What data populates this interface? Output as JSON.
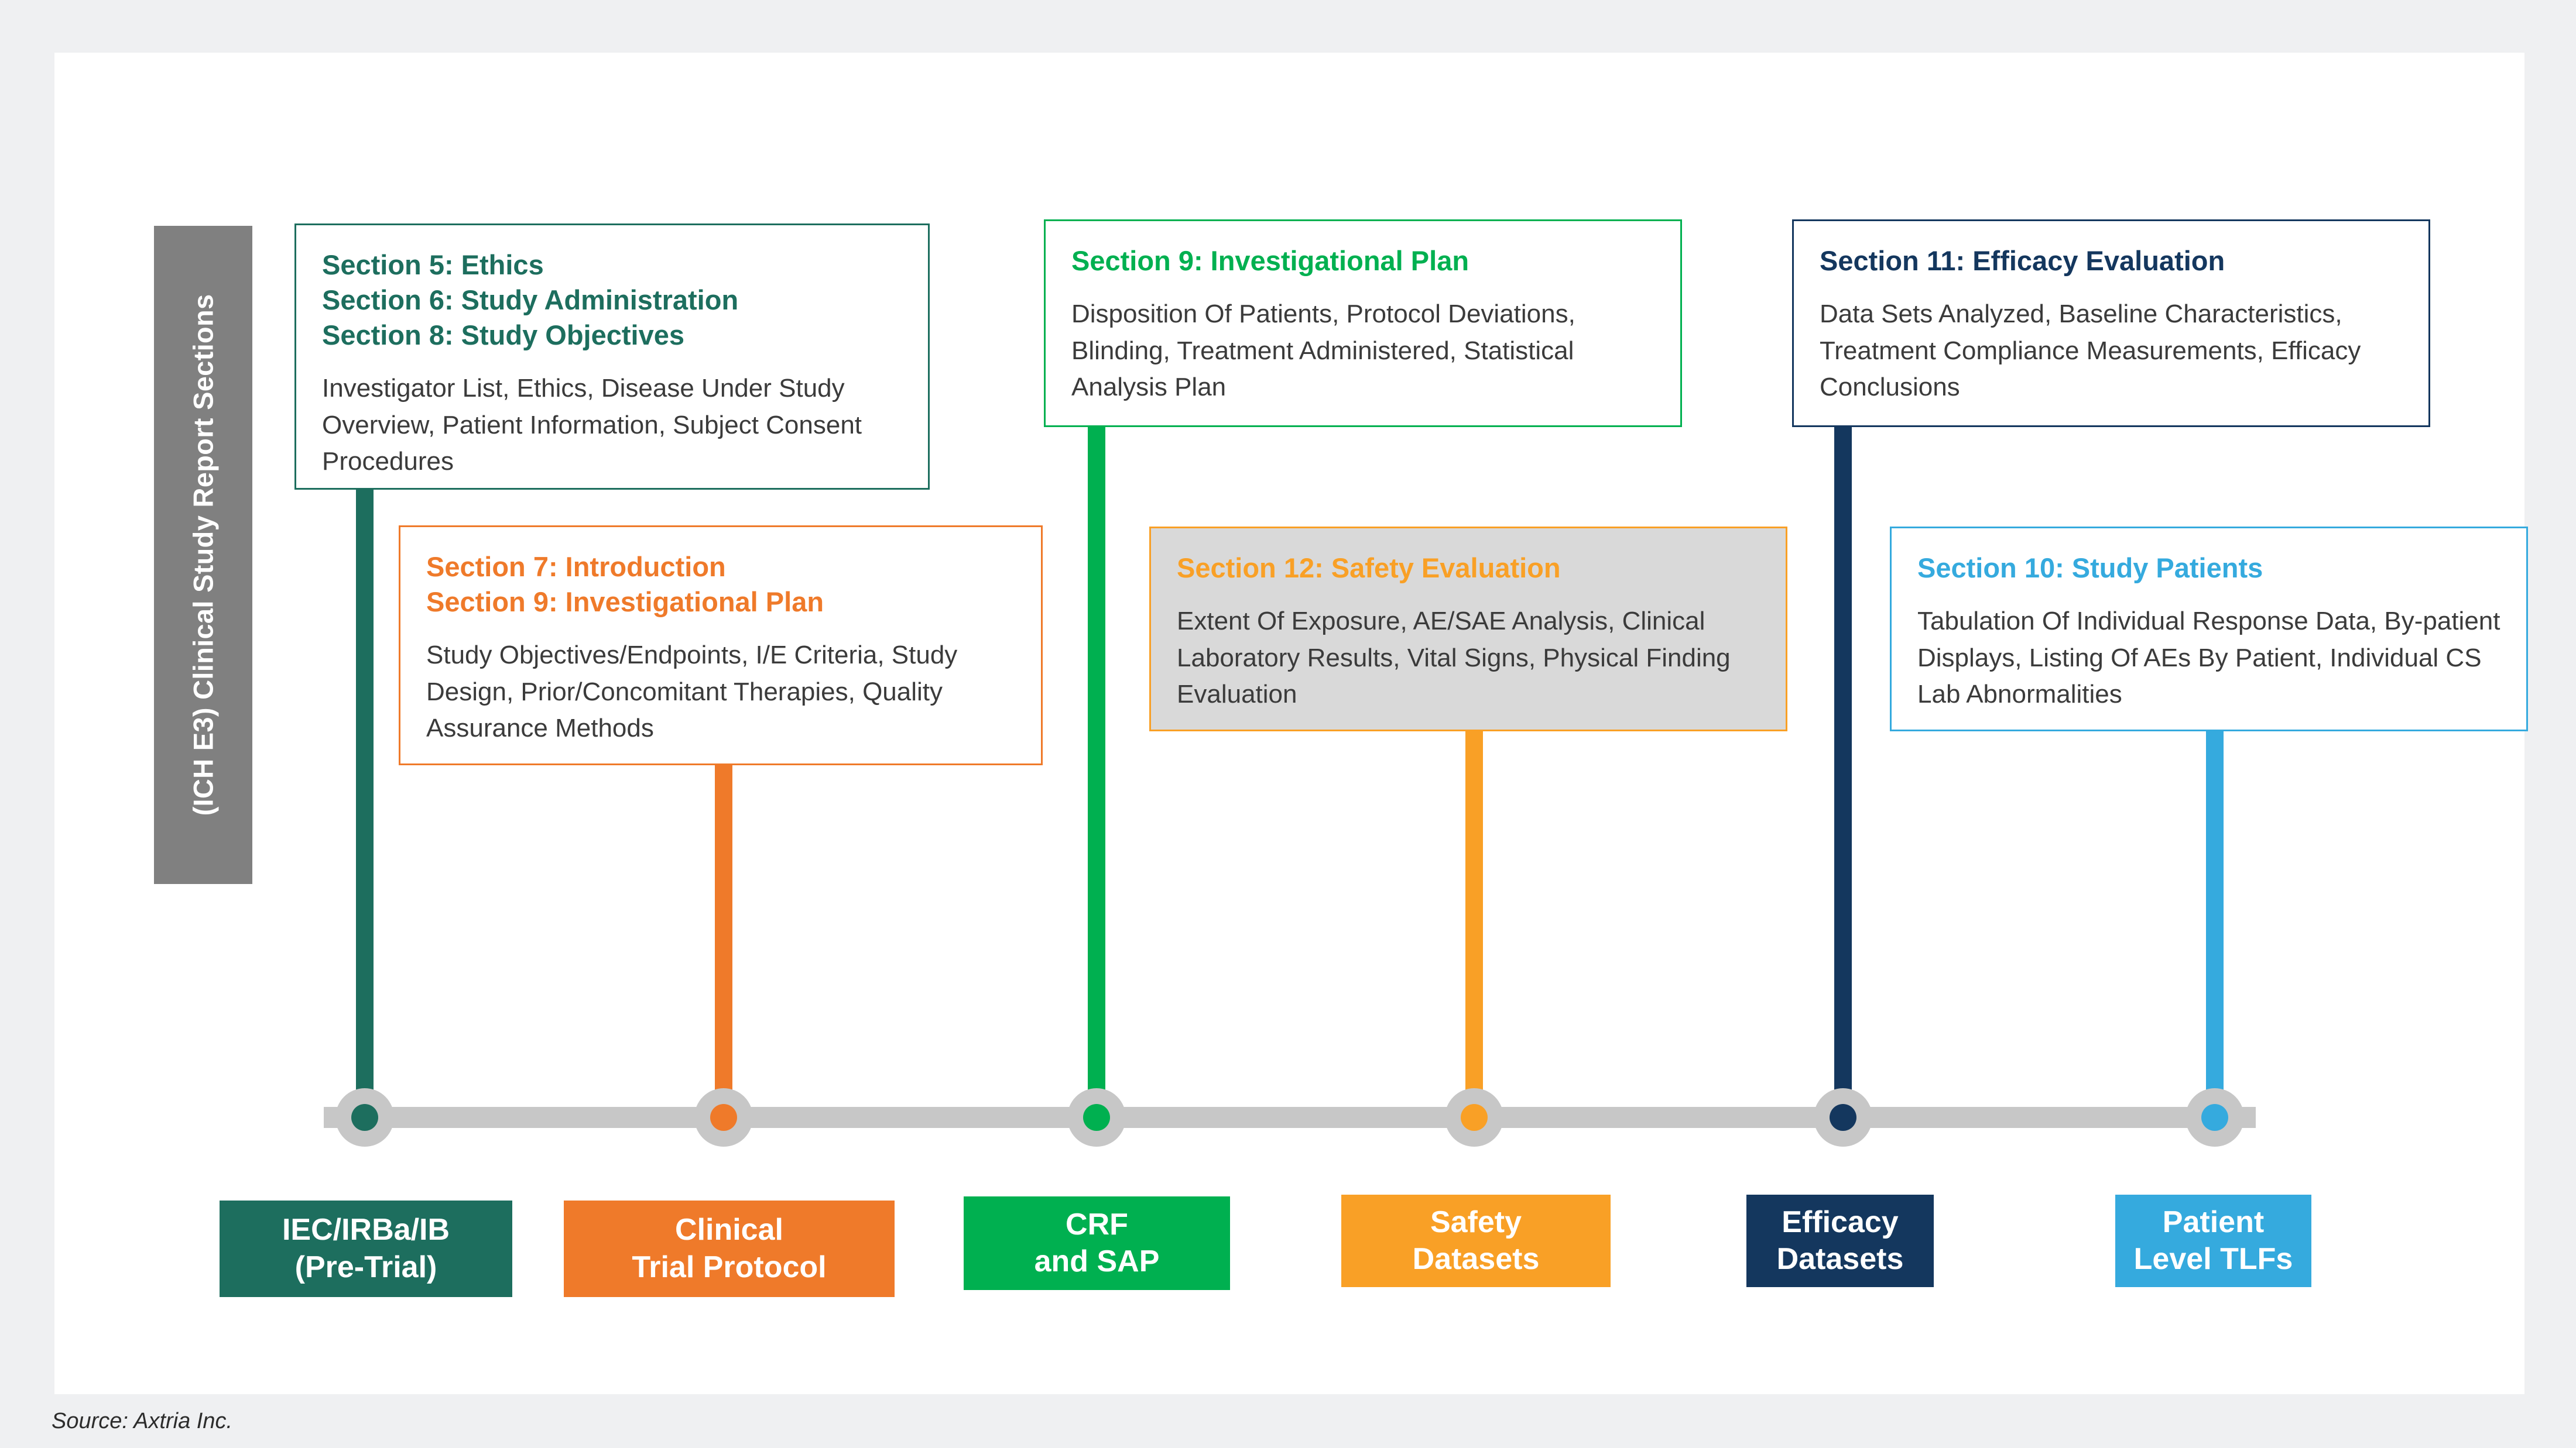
{
  "sidebar": {
    "label": "(ICH E3) Clinical Study Report Sections",
    "bg": "#808080",
    "text_color": "#ffffff"
  },
  "colors": {
    "teal": "#1d6e5e",
    "orange": "#ef7a2a",
    "green": "#00b050",
    "amber": "#f9a026",
    "navy": "#14375e",
    "sky": "#35aade",
    "rail": "#c7c7c7",
    "grey_fill": "#d9d9d9",
    "body_text": "#3b3b3b"
  },
  "info_boxes": [
    {
      "id": "ethics-admin-objectives",
      "title": "Section 5: Ethics\nSection 6: Study Administration\nSection 8: Study Objectives",
      "body": "Investigator List, Ethics, Disease Under Study Overview, Patient Information, Subject Consent Procedures",
      "accent": "#1d6e5e",
      "fill": "#ffffff"
    },
    {
      "id": "introduction-investigational-plan",
      "title": "Section 7: Introduction\nSection 9: Investigational Plan",
      "body": "Study Objectives/Endpoints, I/E Criteria, Study Design, Prior/Concomitant Therapies, Quality Assurance Methods",
      "accent": "#ef7a2a",
      "fill": "#ffffff"
    },
    {
      "id": "investigational-plan",
      "title": "Section 9: Investigational Plan",
      "body": "Disposition Of Patients, Protocol Deviations, Blinding, Treatment Administered, Statistical Analysis Plan",
      "accent": "#00b050",
      "fill": "#ffffff"
    },
    {
      "id": "safety-evaluation",
      "title": "Section 12: Safety Evaluation",
      "body": "Extent Of Exposure, AE/SAE Analysis, Clinical Laboratory Results, Vital Signs, Physical Finding Evaluation",
      "accent": "#f9a026",
      "fill": "#d9d9d9"
    },
    {
      "id": "efficacy-evaluation",
      "title": "Section 11: Efficacy Evaluation",
      "body": "Data Sets Analyzed, Baseline Characteristics, Treatment Compliance Measurements, Efficacy Conclusions",
      "accent": "#14375e",
      "fill": "#ffffff"
    },
    {
      "id": "study-patients",
      "title": "Section 10: Study Patients",
      "body": "Tabulation Of Individual Response Data, By-patient Displays, Listing Of AEs By Patient, Individual CS Lab Abnormalities",
      "accent": "#35aade",
      "fill": "#ffffff"
    }
  ],
  "milestones": [
    {
      "id": "iec-irba-ib",
      "label": "IEC/IRBa/IB\n(Pre-Trial)",
      "color": "#1d6e5e"
    },
    {
      "id": "clinical-trial-protocol",
      "label": "Clinical\nTrial Protocol",
      "color": "#ef7a2a"
    },
    {
      "id": "crf-and-sap",
      "label": "CRF\nand SAP",
      "color": "#00b050"
    },
    {
      "id": "safety-datasets",
      "label": "Safety\nDatasets",
      "color": "#f9a026"
    },
    {
      "id": "efficacy-datasets",
      "label": "Efficacy\nDatasets",
      "color": "#14375e"
    },
    {
      "id": "patient-level-tlfs",
      "label": "Patient\nLevel TLFs",
      "color": "#35aade"
    }
  ],
  "source": "Source: Axtria Inc."
}
